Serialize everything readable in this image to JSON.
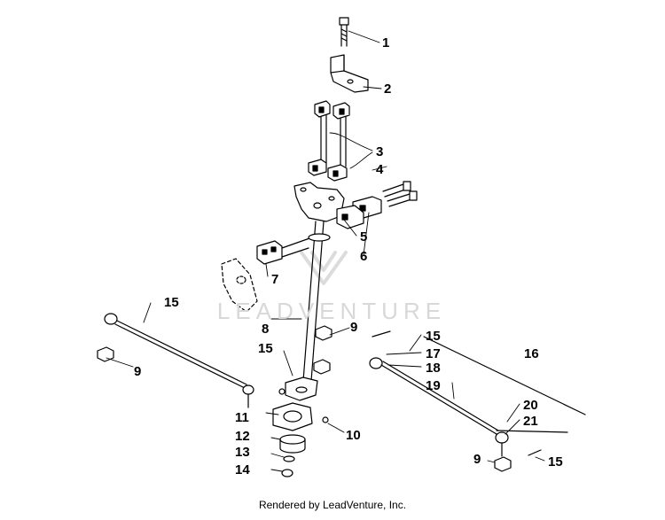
{
  "watermark": "LEADVENTURE",
  "credit": "Rendered by LeadVenture, Inc.",
  "callouts": [
    "1",
    "2",
    "3",
    "4",
    "5",
    "6",
    "7",
    "8",
    "9",
    "15",
    "15",
    "9",
    "15",
    "17",
    "18",
    "19",
    "16",
    "11",
    "10",
    "12",
    "13",
    "14",
    "20",
    "21",
    "9",
    "15"
  ]
}
